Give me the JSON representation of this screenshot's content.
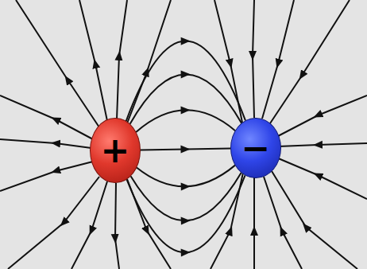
{
  "diagram": {
    "nodes": [
      {
        "text": [
          "+"
        ]
      },
      {
        "text": [
          "−"
        ]
      }
    ],
    "edges": [
      {
        "from": 0,
        "to": 1,
        "arrow": "to"
      },
      {
        "from": 0,
        "to": 1,
        "arrow": "to"
      },
      {
        "from": 0,
        "to": 1,
        "arrow": "to"
      },
      {
        "from": 0,
        "to": 1,
        "arrow": "to"
      },
      {
        "from": 0,
        "to": 1,
        "arrow": "to"
      },
      {
        "from": 0,
        "to": 1,
        "arrow": "to"
      },
      {
        "from": 0,
        "to": 1,
        "arrow": "to"
      }
    ]
  }
}
